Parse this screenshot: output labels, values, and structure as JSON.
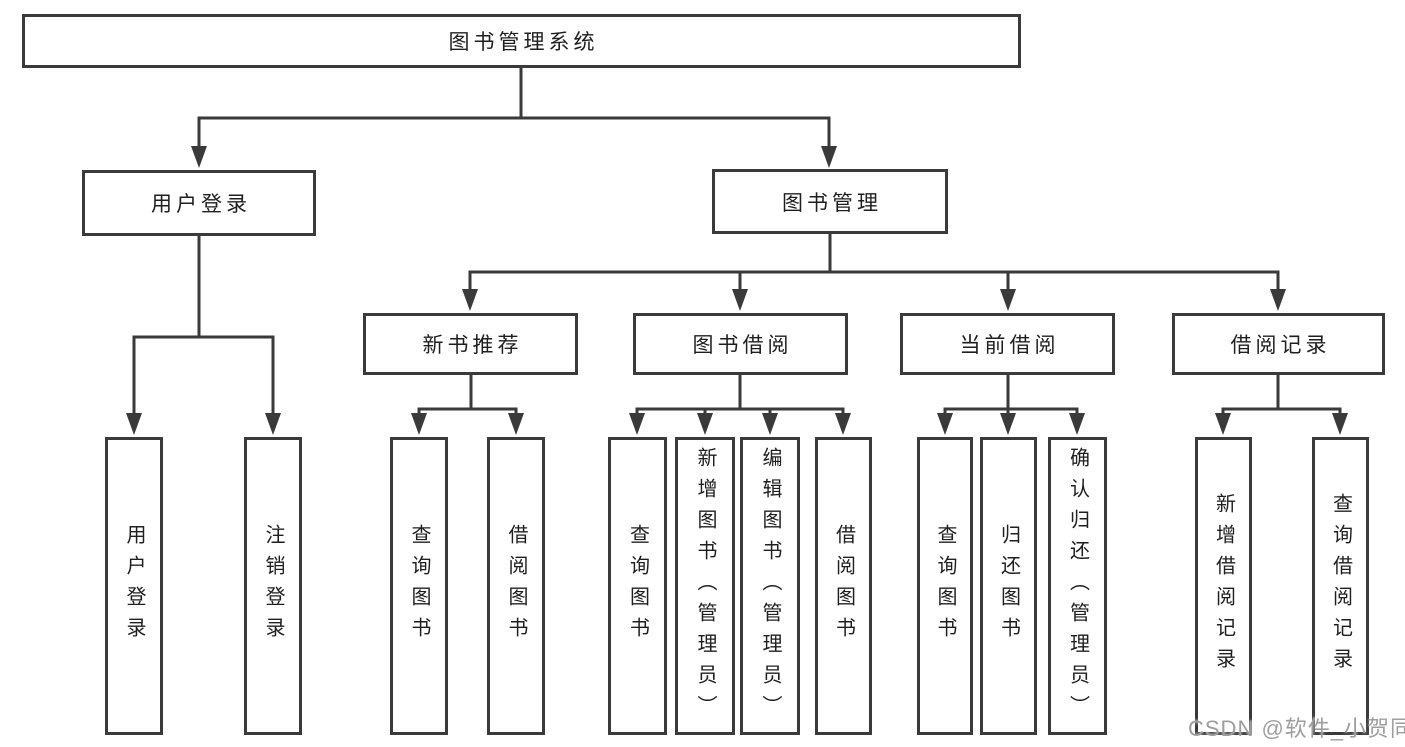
{
  "tree": {
    "label": "图书管理系统",
    "children": [
      {
        "label": "用户登录",
        "children": [
          {
            "label": "用户登录"
          },
          {
            "label": "注销登录"
          }
        ]
      },
      {
        "label": "图书管理",
        "children": [
          {
            "label": "新书推荐",
            "children": [
              {
                "label": "查询图书"
              },
              {
                "label": "借阅图书"
              }
            ]
          },
          {
            "label": "图书借阅",
            "children": [
              {
                "label": "查询图书"
              },
              {
                "label": "新增图书（管理员）"
              },
              {
                "label": "编辑图书（管理员）"
              },
              {
                "label": "借阅图书"
              }
            ]
          },
          {
            "label": "当前借阅",
            "children": [
              {
                "label": "查询图书"
              },
              {
                "label": "归还图书"
              },
              {
                "label": "确认归还（管理员）"
              }
            ]
          },
          {
            "label": "借阅记录",
            "children": [
              {
                "label": "新增借阅记录"
              },
              {
                "label": "查询借阅记录"
              }
            ]
          }
        ]
      }
    ]
  },
  "watermark": {
    "text": "CSDN @软件_小贺同学"
  },
  "colors": {
    "line": "#3a3a3a",
    "text": "#1f1f1f",
    "background": "#ffffff",
    "watermark": "#9e9e9e"
  }
}
